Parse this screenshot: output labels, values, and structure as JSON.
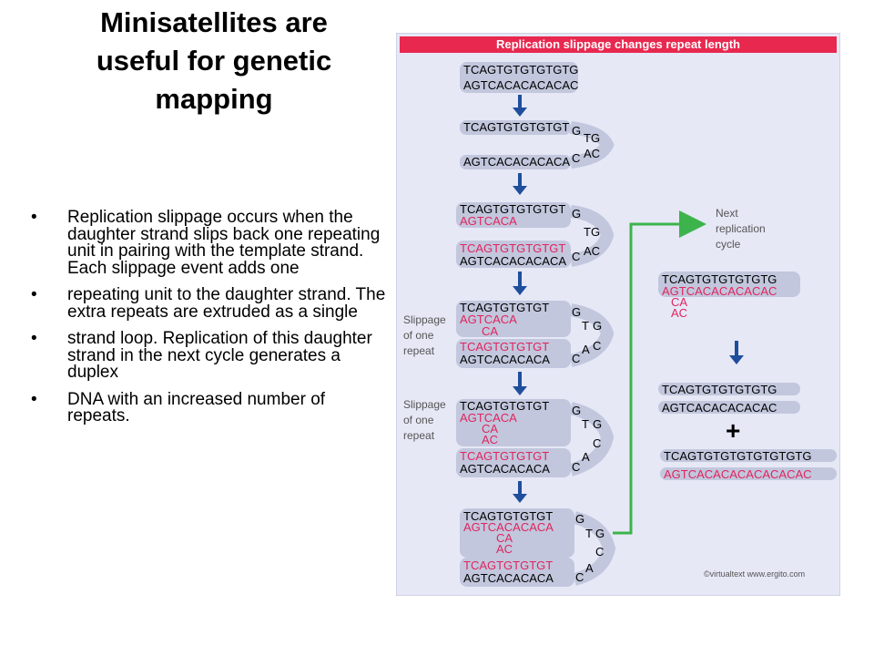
{
  "slide": {
    "title_lines": [
      "Minisatellites are",
      "useful for genetic",
      "mapping"
    ],
    "bullets": [
      "Replication slippage occurs when the daughter strand slips back one repeating unit in pairing with the template strand. Each slippage event adds one",
      "repeating unit to the daughter strand. The extra repeats are extruded as a single",
      "strand loop. Replication of this daughter strand in the next cycle generates a duplex",
      "DNA with an increased number of repeats."
    ],
    "bullet_symbol": "•"
  },
  "figure": {
    "header": "Replication slippage changes repeat length",
    "colors": {
      "header_bg": "#e8284f",
      "panel_bg": "#e6e8f6",
      "strand_bg": "#c2c7dd",
      "arrow": "#1f4e9c",
      "daughter_text": "#e0245e",
      "green_arrow": "#3cb44b"
    },
    "step1": {
      "top": "TCAGTGTGTGTGTG",
      "bottom": "AGTCACACACACAC"
    },
    "step2": {
      "top": "TCAGTGTGTGTGT",
      "bottom": "AGTCACACACACA",
      "loop_top": [
        "G",
        "TG"
      ],
      "loop_bottom": [
        "C",
        "AC"
      ]
    },
    "step3": {
      "top": "TCAGTGTGTGTGT",
      "daughter_top": "AGTCACA",
      "daughter_bottom": "TCAGTGTGTGTGT",
      "bottom": "AGTCACACACACA",
      "loop_top": [
        "G",
        "TG"
      ],
      "loop_bottom": [
        "C",
        "AC"
      ]
    },
    "step4": {
      "top": "TCAGTGTGTGT",
      "daughter_top": "AGTCACA",
      "extruded": [
        "CA"
      ],
      "daughter_bottom": "TCAGTGTGTGT",
      "bottom": "AGTCACACACA",
      "loop_top": [
        "G",
        "T",
        "G"
      ],
      "loop_bottom": [
        "C",
        "A",
        "C"
      ]
    },
    "step5": {
      "top": "TCAGTGTGTGT",
      "daughter_top": "AGTCACA",
      "extruded": [
        "CA",
        "AC"
      ],
      "daughter_bottom": "TCAGTGTGTGT",
      "bottom": "AGTCACACACA",
      "loop_top": [
        "G",
        "T",
        "G"
      ],
      "loop_bottom": [
        "C",
        "A",
        "C"
      ]
    },
    "step6": {
      "top": "TCAGTGTGTGT",
      "daughter_top": "AGTCACACACA",
      "extruded": [
        "CA",
        "AC"
      ],
      "daughter_bottom": "TCAGTGTGTGT",
      "bottom": "AGTCACACACA",
      "loop_top": [
        "G",
        "T",
        "G"
      ],
      "loop_bottom": [
        "C",
        "A",
        "C"
      ]
    },
    "slippage_label": [
      "Slippage",
      "of one",
      "repeat"
    ],
    "next_cycle_label": [
      "Next",
      "replication",
      "cycle"
    ],
    "right_top": {
      "top": "TCAGTGTGTGTGTG",
      "daughter": "AGTCACACACACAC",
      "extruded": [
        "CA",
        "AC"
      ]
    },
    "right_product1": {
      "top": "TCAGTGTGTGTGTG",
      "bottom": "AGTCACACACACAC"
    },
    "plus": "+",
    "right_product2": {
      "top": "TCAGTGTGTGTGTGTGTG",
      "bottom": "AGTCACACACACACACAC"
    },
    "copyright": "©virtualtext www.ergito.com"
  }
}
